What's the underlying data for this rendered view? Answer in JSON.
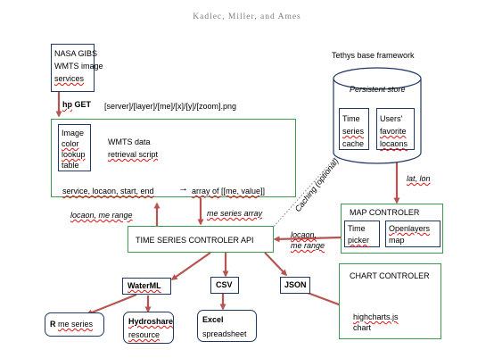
{
  "header": {
    "title": "Kadlec, Miller, and Ames"
  },
  "nasa": {
    "line1": "NASA GIBS",
    "line2": "WMTS image",
    "line3": "services"
  },
  "http_get": {
    "label_a": "hp",
    "label_b": " GET",
    "url": "[server]/[layer]/[me]/[x]/[y]/[zoom].png"
  },
  "wmts": {
    "lut": [
      "Image",
      "color",
      "lookup",
      "table"
    ],
    "script_line1": "WMTS data",
    "script_line2": "retrieval script",
    "params": "service, locaon, start, end",
    "arrow": "→",
    "output": "array of [[me, value]]"
  },
  "tethys": {
    "title": "Tethys base framework",
    "store_title": "Persistent store",
    "ts_cache": [
      "Time",
      "series",
      "cache"
    ],
    "favorites": [
      "Users'",
      "favorite",
      "locaons"
    ]
  },
  "caching_label": "Caching (optional)",
  "latlon_label": "lat, lon",
  "map_controller": {
    "title": "MAP CONTROLER",
    "time_picker": [
      "Time",
      "picker"
    ],
    "openlayers": [
      "Openlayers",
      "map"
    ]
  },
  "labels": {
    "left_req": "locaon, me range",
    "series_array": "me series array",
    "right_req_1": "locaon,",
    "right_req_2": "me range"
  },
  "ts_controller": {
    "title": "TIME SERIES CONTROLER API"
  },
  "formats": {
    "waterml": "WaterML",
    "csv": "CSV",
    "json": "JSON"
  },
  "outputs": {
    "r_prefix": "R",
    "r_series": "me series",
    "hydroshare": [
      "Hydroshare",
      "resource"
    ],
    "excel": [
      "Excel",
      "spreadsheet"
    ]
  },
  "chart_controller": {
    "title": "CHART CONTROLER",
    "chart_line1": "highcharts.js",
    "chart_line2": "chart"
  }
}
